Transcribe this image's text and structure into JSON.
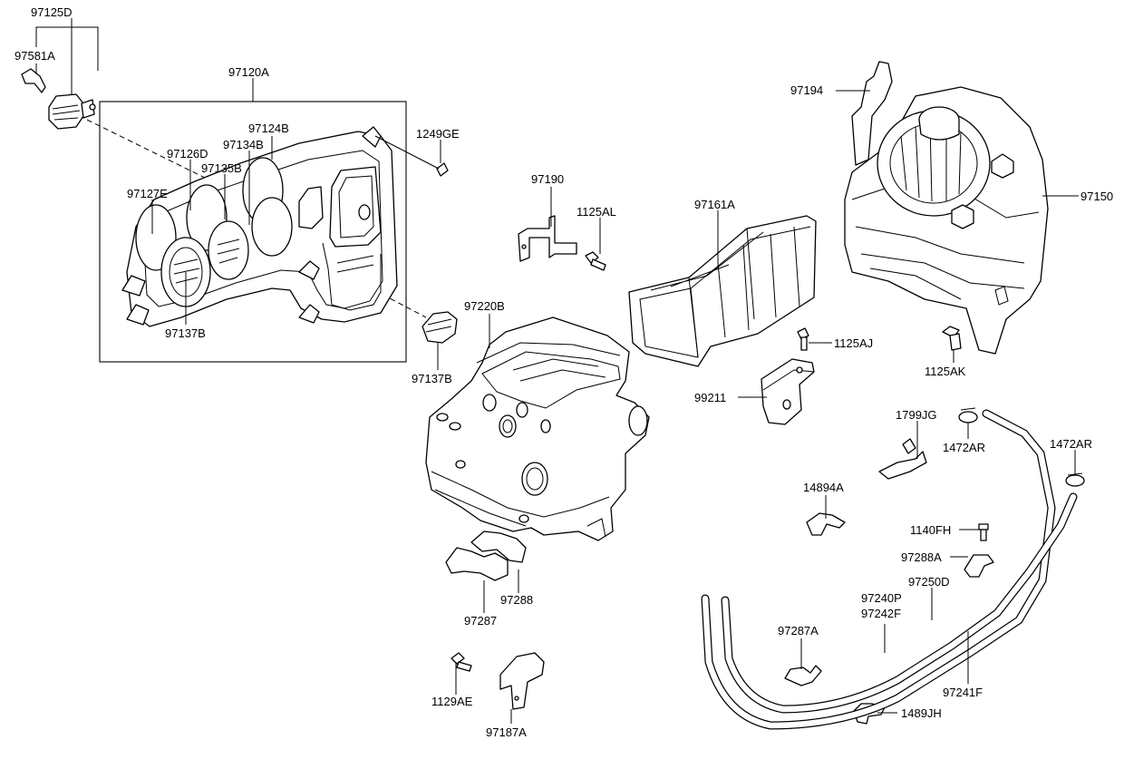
{
  "labels": {
    "p97125D": "97125D",
    "p97581A": "97581A",
    "p97120A": "97120A",
    "p97124B": "97124B",
    "p97126D": "97126D",
    "p97134B": "97134B",
    "p97135B": "97135B",
    "p97127E": "97127E",
    "p97137B_inner": "97137B",
    "p97137B_outer": "97137B",
    "p1249GE": "1249GE",
    "p97190": "97190",
    "p1125AL": "1125AL",
    "p97161A": "97161A",
    "p97194": "97194",
    "p97150": "97150",
    "p97220B": "97220B",
    "p1125AJ": "1125AJ",
    "p1125AK": "1125AK",
    "p99211": "99211",
    "p1799JG": "1799JG",
    "p1472AR_a": "1472AR",
    "p1472AR_b": "1472AR",
    "p14894A": "14894A",
    "p1140FH": "1140FH",
    "p97288A": "97288A",
    "p97250D": "97250D",
    "p97240P": "97240P",
    "p97242F": "97242F",
    "p97287A": "97287A",
    "p97241F": "97241F",
    "p1489JH": "1489JH",
    "p97288": "97288",
    "p97287": "97287",
    "p1129AE": "1129AE",
    "p97187A": "97187A"
  }
}
